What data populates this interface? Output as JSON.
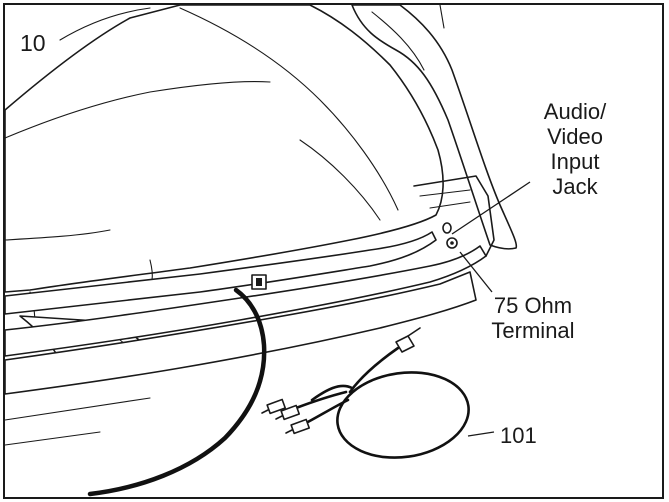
{
  "figure": {
    "step_number": "10",
    "callouts": {
      "av_input_jack": "Audio/\nVideo\nInput\nJack",
      "ohm_terminal": "75 Ohm\nTerminal",
      "part_number": "101"
    }
  }
}
